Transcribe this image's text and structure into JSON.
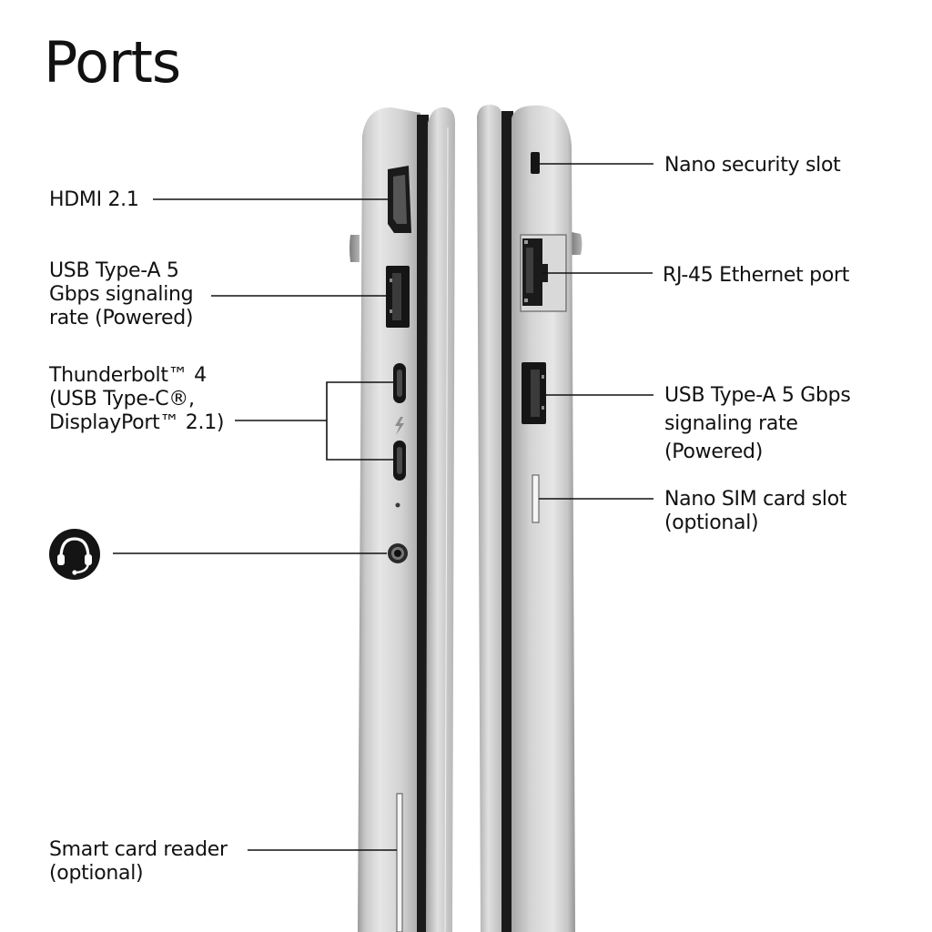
{
  "title": "Ports",
  "colors": {
    "text": "#111111",
    "chassis_light": "#e3e3e3",
    "chassis_mid": "#bdbdbd",
    "chassis_dark": "#8f8f8f",
    "port_black": "#141414"
  },
  "left_side": {
    "hdmi": "HDMI 2.1",
    "usb_a": "USB Type-A 5\nGbps signaling\nrate (Powered)",
    "thunderbolt": "Thunderbolt™ 4\n(USB Type-C®,\nDisplayPort™ 2.1)",
    "audio_icon": "headset-icon",
    "smart_card": "Smart card reader\n(optional)"
  },
  "right_side": {
    "security_slot": "Nano security slot",
    "rj45": "RJ-45 Ethernet port",
    "usb_a": "USB Type-A 5 Gbps\nsignaling rate\n(Powered)",
    "sim_slot": "Nano SIM card slot\n(optional)"
  }
}
